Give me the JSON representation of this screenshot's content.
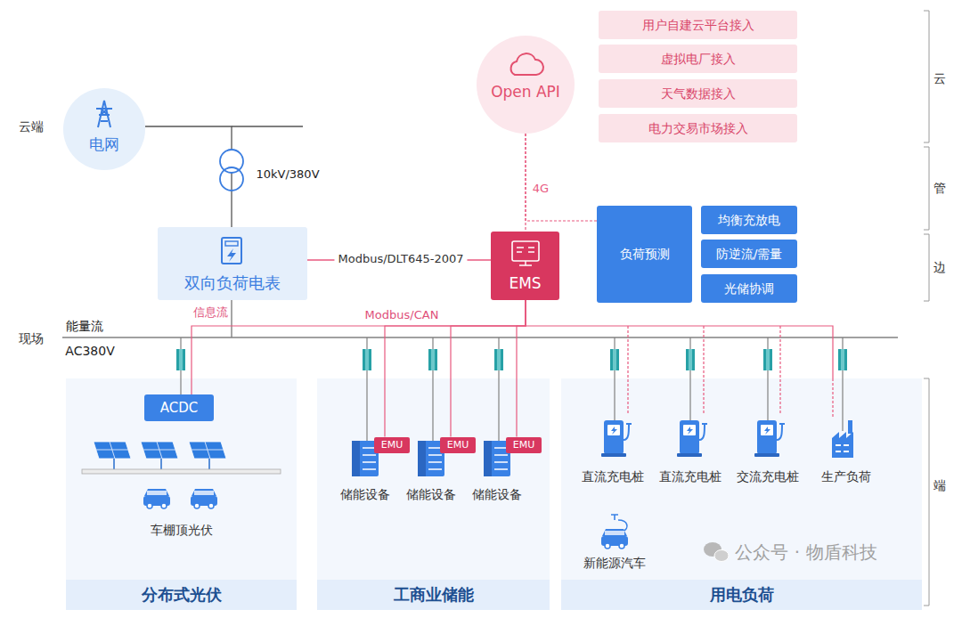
{
  "diagram": {
    "nodes": [
      {
        "text": [
          "电网"
        ]
      },
      {
        "text": [
          "Open API"
        ]
      },
      {
        "text": [
          "用户自建云平台接入"
        ]
      },
      {
        "text": [
          "虚拟电厂接入"
        ]
      },
      {
        "text": [
          "天气数据接入"
        ]
      },
      {
        "text": [
          "电力交易市场接入"
        ]
      },
      {
        "text": [
          "双向负荷电表"
        ]
      },
      {
        "text": [
          "EMS"
        ]
      },
      {
        "text": [
          "负荷预测"
        ]
      },
      {
        "text": [
          "均衡充放电"
        ]
      },
      {
        "text": [
          "防逆流/需量"
        ]
      },
      {
        "text": [
          "光储协调"
        ]
      },
      {
        "text": [
          "分布式光伏"
        ]
      },
      {
        "text": [
          "ACDC"
        ],
        "in": 12
      },
      {
        "text": [
          "工商业储能"
        ]
      },
      {
        "text": [
          "EMU"
        ],
        "in": 14
      },
      {
        "text": [
          "EMU"
        ],
        "in": 14
      },
      {
        "text": [
          "EMU"
        ],
        "in": 14
      },
      {
        "text": [
          "用电负荷"
        ]
      }
    ],
    "edges": [
      {
        "from": 0,
        "to": 6,
        "arrow": "none"
      },
      {
        "from": 6,
        "to": 7,
        "label": "Modbus/DLT645-2007",
        "arrow": "none"
      },
      {
        "from": 1,
        "to": 7,
        "label": "4G",
        "arrow": "none"
      },
      {
        "from": 1,
        "to": 8,
        "arrow": "none"
      },
      {
        "from": 7,
        "to": 13,
        "arrow": "none"
      },
      {
        "from": 7,
        "to": 15,
        "arrow": "none"
      },
      {
        "from": 7,
        "to": 16,
        "arrow": "none"
      },
      {
        "from": 7,
        "to": 17,
        "arrow": "none"
      },
      {
        "from": 7,
        "to": 18,
        "arrow": "none"
      }
    ],
    "labels": [
      "云端",
      "现场",
      "10kV/380V",
      "信息流",
      "Modbus/CAN",
      "能量流",
      "AC380V",
      "车棚顶光伏",
      "储能设备",
      "储能设备",
      "储能设备",
      "直流充电桩",
      "直流充电桩",
      "交流充电桩",
      "生产负荷",
      "新能源汽车",
      "云",
      "管",
      "边",
      "端",
      "公众号 · 物盾科技"
    ]
  }
}
